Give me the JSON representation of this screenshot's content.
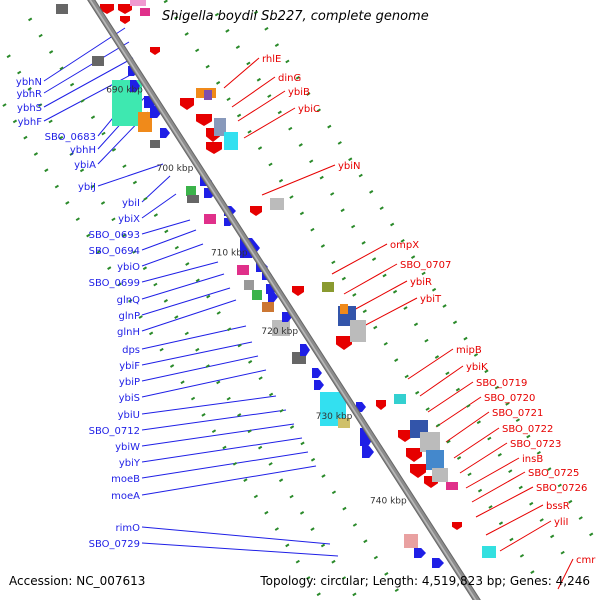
{
  "title": "Shigella boydii Sb227, complete genome",
  "accession": "Accession: NC_007613",
  "summary": "Topology: circular; Length: 4,519,823 bp; Genes: 4,246",
  "colors": {
    "backbone": "#8c8c8c",
    "forward_strand": "#1f1fe6",
    "reverse_strand": "#e60000",
    "tick_marks": "#2a8a2a"
  },
  "scale_ticks": [
    "690 kbp",
    "700 kbp",
    "710 kbp",
    "720 kbp",
    "730 kbp",
    "740 kbp"
  ],
  "genes_left": [
    "ybhN",
    "ybhR",
    "ybhS",
    "ybhF",
    "SBO_0683",
    "ybhH",
    "ybiA",
    "ybiJ",
    "ybiI",
    "ybiX",
    "SBO_0693",
    "SBO_0694",
    "ybiO",
    "SBO_0699",
    "glnQ",
    "glnP",
    "glnH",
    "dps",
    "ybiF",
    "ybiP",
    "ybiS",
    "ybiU",
    "SBO_0712",
    "ybiW",
    "ybiY",
    "moeB",
    "moeA",
    "rimO",
    "SBO_0729"
  ],
  "genes_right": [
    "rhlE",
    "dinG",
    "ybiB",
    "ybiC",
    "ybiN",
    "ompX",
    "SBO_0707",
    "ybiR",
    "ybiT",
    "mipB",
    "ybiK",
    "SBO_0719",
    "SBO_0720",
    "SBO_0721",
    "SBO_0722",
    "SBO_0723",
    "insB",
    "SBO_0725",
    "SBO_0726",
    "bssR",
    "yliI",
    "cmr"
  ]
}
